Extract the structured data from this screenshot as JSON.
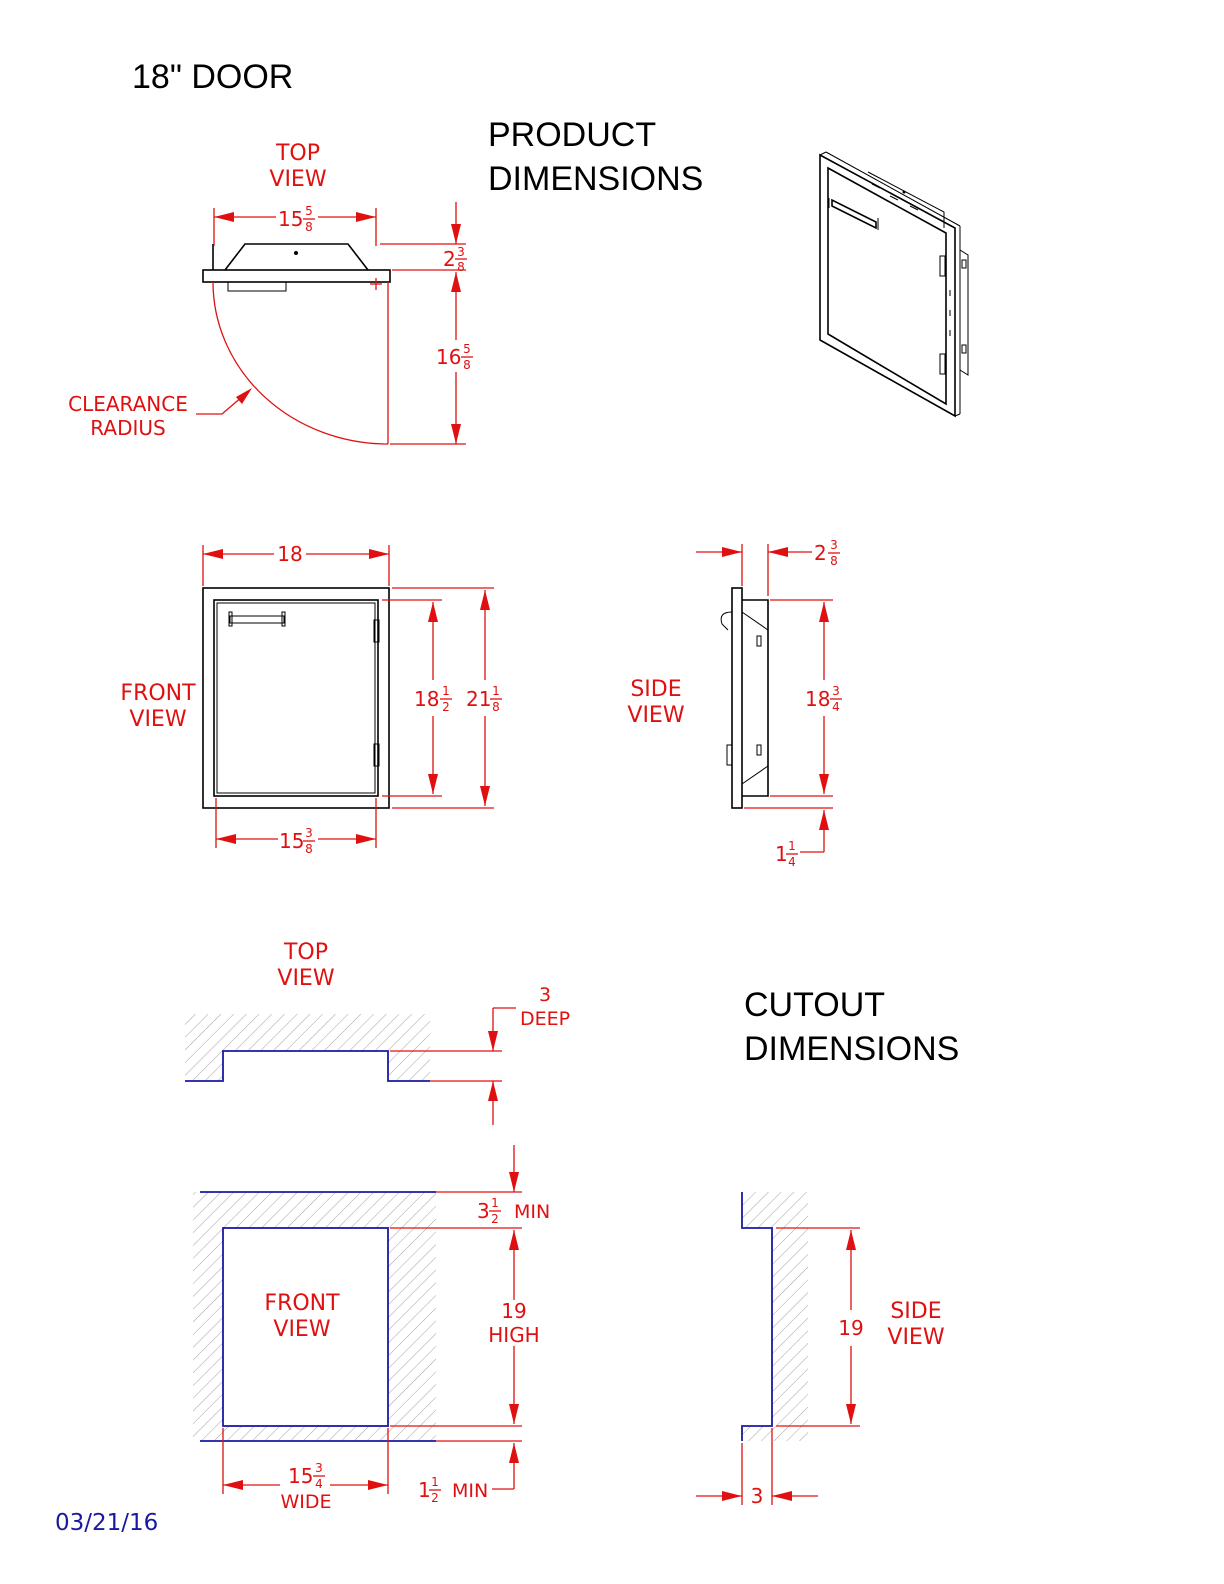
{
  "title": "18\" DOOR",
  "product_heading": [
    "PRODUCT",
    "DIMENSIONS"
  ],
  "cutout_heading": [
    "CUTOUT",
    "DIMENSIONS"
  ],
  "date": "03/21/16",
  "product": {
    "top_view": {
      "label": [
        "TOP",
        "VIEW"
      ],
      "width": {
        "whole": "15",
        "num": "5",
        "den": "8"
      },
      "depth": {
        "whole": "2",
        "num": "3",
        "den": "8"
      },
      "clearance": {
        "whole": "16",
        "num": "5",
        "den": "8"
      },
      "clearance_label": [
        "CLEARANCE",
        "RADIUS"
      ]
    },
    "front_view": {
      "label": [
        "FRONT",
        "VIEW"
      ],
      "overall_width": "18",
      "inner_height": {
        "whole": "18",
        "num": "1",
        "den": "2"
      },
      "overall_height": {
        "whole": "21",
        "num": "1",
        "den": "8"
      },
      "bottom_width": {
        "whole": "15",
        "num": "3",
        "den": "8"
      }
    },
    "side_view": {
      "label": [
        "SIDE",
        "VIEW"
      ],
      "depth": {
        "whole": "2",
        "num": "3",
        "den": "8"
      },
      "height": {
        "whole": "18",
        "num": "3",
        "den": "4"
      },
      "bottom": {
        "whole": "1",
        "num": "1",
        "den": "4"
      }
    }
  },
  "cutout": {
    "top_view": {
      "label": [
        "TOP",
        "VIEW"
      ],
      "depth_value": "3",
      "depth_word": "DEEP"
    },
    "front_view": {
      "label": [
        "FRONT",
        "VIEW"
      ],
      "top_min": {
        "whole": "3",
        "num": "1",
        "den": "2",
        "suffix": "MIN"
      },
      "height_value": "19",
      "height_word": "HIGH",
      "width": {
        "whole": "15",
        "num": "3",
        "den": "4"
      },
      "width_word": "WIDE",
      "bottom_min": {
        "whole": "1",
        "num": "1",
        "den": "2",
        "suffix": "MIN"
      }
    },
    "side_view": {
      "label": [
        "SIDE",
        "VIEW"
      ],
      "height_value": "19",
      "depth_value": "3"
    }
  }
}
